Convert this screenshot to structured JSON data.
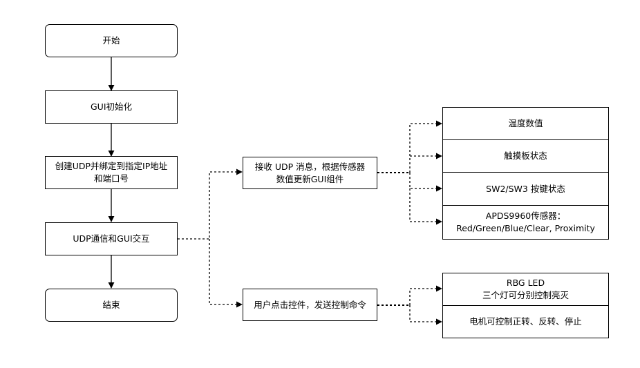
{
  "nodes": {
    "start": "开始",
    "gui_init": "GUI初始化",
    "udp_bind_line1": "创建UDP并绑定到指定IP地址",
    "udp_bind_line2": "和端口号",
    "udp_comm": "UDP通信和GUI交互",
    "end": "结束",
    "receive_line1": "接收 UDP 消息，根据传感器",
    "receive_line2": "数值更新GUI组件",
    "user_click": "用户点击控件，发送控制命令",
    "temp_humidity": "温度数值",
    "touch_panel": "触摸板状态",
    "sw_keys": "SW2/SW3 按键状态",
    "apds_line1": "APDS9960传感器：",
    "apds_line2": "Red/Green/Blue/Clear, Proximity",
    "rgb_led_line1": "RBG LED",
    "rgb_led_line2": "三个灯可分别控制亮灭",
    "motor": "电机可控制正转、反转、停止"
  }
}
